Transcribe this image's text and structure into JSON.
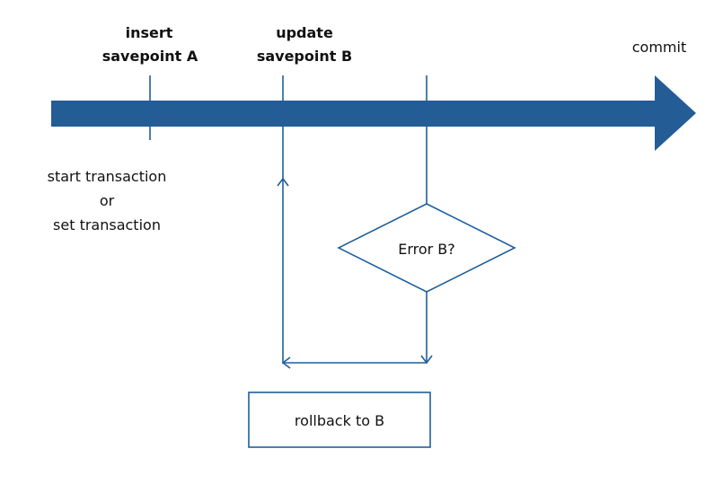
{
  "diagram": {
    "labels": {
      "commit": "commit",
      "insert_line1": "insert",
      "insert_line2": "savepoint A",
      "update_line1": "update",
      "update_line2": "savepoint B",
      "start_line1": "start transaction",
      "start_line2": "or",
      "start_line3": "set transaction",
      "decision": "Error B?",
      "rollback": "rollback to B"
    },
    "colors": {
      "timeline_arrow": "#245C96",
      "lines": "#1F5F9B",
      "text": "#111111",
      "box_stroke": "#1F5F9B"
    }
  }
}
